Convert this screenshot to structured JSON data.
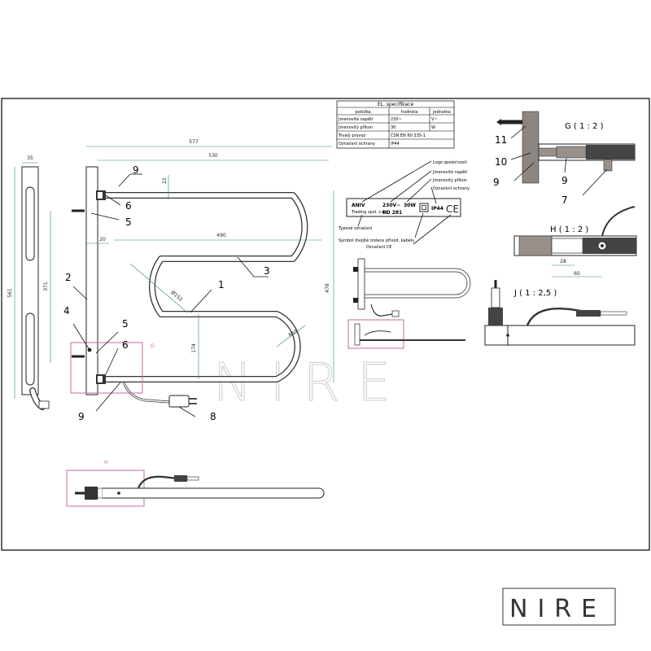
{
  "spec_table": {
    "title": "EL. specifikace",
    "headers": [
      "položka",
      "hodnota",
      "jednotka"
    ],
    "rows": [
      [
        "Jmenovité napětí",
        "230~",
        "V~"
      ],
      [
        "Jmenovitý příkon",
        "30",
        "W"
      ],
      [
        "Trvalý provoz",
        "ČSN EN 60 335-1",
        ""
      ],
      [
        "Označení ochrany",
        "IP44",
        ""
      ]
    ]
  },
  "label_plate": {
    "brand": "ANIV",
    "brand_sub": "Trading spol. s.r.o.",
    "model": "RD 281",
    "voltage": "230V~",
    "power": "30W",
    "ip": "IP44",
    "ce": "CE"
  },
  "label_callouts": {
    "logo": "Logo společnosti",
    "voltage": "Jmenovité napětí",
    "power": "Jmenovitý příkon",
    "protection": "Označení ochrany",
    "type": "Typové označení",
    "insulation": "Symbol dvojité izolace přívod. kabelu",
    "ce": "Označení CE"
  },
  "dimensions": {
    "side_width": "35",
    "side_height": "561",
    "overall_width": "577",
    "inner_width": "530",
    "mount_dist": "371",
    "top_gap": "22",
    "gap20": "20",
    "bend_width": "490",
    "bend_dia": "Ø152",
    "overall_height": "478",
    "lower_height": "174",
    "radius": "R65",
    "h_dim1": "28",
    "h_dim2": "60"
  },
  "callouts": {
    "c1": "1",
    "c2": "2",
    "c3": "3",
    "c4": "4",
    "c5a": "5",
    "c5b": "5",
    "c6a": "6",
    "c6b": "6",
    "c8": "8",
    "c9a": "9",
    "c9b": "9",
    "g11": "11",
    "g10": "10",
    "g9a": "9",
    "g9b": "9",
    "g7": "7"
  },
  "details": {
    "g_title": "G ( 1 : 2 )",
    "h_title": "H ( 1 : 2 )",
    "j_title": "J ( 1 : 2,5 )",
    "g_marker": "G",
    "h_marker": "H"
  },
  "watermark": "NIRE",
  "logo": "NIRE"
}
